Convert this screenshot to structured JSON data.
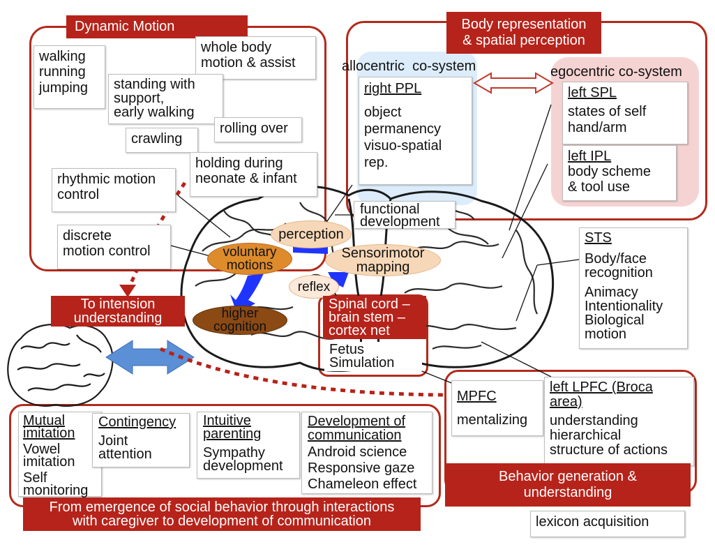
{
  "dynamic_motion": {
    "title": "Dynamic Motion",
    "boxes": {
      "walking": [
        "walking",
        "running",
        "jumping"
      ],
      "whole_body": [
        "whole body",
        "motion & assist"
      ],
      "standing": [
        "standing with",
        "support,",
        "early walking"
      ],
      "rolling": "rolling over",
      "crawling": "crawling",
      "holding": [
        "holding during",
        "neonate & infant"
      ],
      "rhythmic": [
        "rhythmic motion",
        "control"
      ],
      "discrete": [
        "discrete",
        "motion control"
      ]
    }
  },
  "body_rep": {
    "title": [
      "Body representation",
      "& spatial perception"
    ],
    "allocentric_label": "allocentric  co-system",
    "egocentric_label": "egocentric co-system",
    "right_ppl": {
      "head": "right PPL",
      "lines": [
        "object",
        "permanency",
        "visuo-spatial",
        "rep."
      ]
    },
    "left_spl": {
      "head": "left SPL",
      "lines": [
        "states of self",
        "hand/arm"
      ]
    },
    "left_ipl": {
      "head": "left IPL",
      "lines": [
        "body scheme",
        "& tool use"
      ]
    }
  },
  "brain": {
    "functional_dev": [
      "functional",
      "development"
    ],
    "perception": "perception",
    "voluntary": [
      "voluntary",
      "motions"
    ],
    "sensorimotor": [
      "Sensorimotor",
      "mapping"
    ],
    "reflex": "reflex",
    "higher": [
      "higher",
      "cognition"
    ]
  },
  "spinal": {
    "title": [
      "Spinal cord –",
      "brain stem –",
      "cortex net"
    ],
    "fetus": [
      "Fetus",
      "Simulation"
    ]
  },
  "intension": {
    "title": [
      "To intension",
      "understanding"
    ]
  },
  "sts": {
    "head": "STS",
    "lines1": [
      "Body/face",
      "recognition"
    ],
    "lines2": [
      "Animacy",
      "Intentionality",
      "Biological",
      "motion"
    ]
  },
  "behavior": {
    "mpfc": {
      "head": "MPFC",
      "lines": [
        "mentalizing"
      ]
    },
    "lpfc": {
      "head": [
        "left LPFC (Broca",
        "area)"
      ],
      "lines": [
        "understanding",
        "hierarchical",
        "structure of actions"
      ]
    },
    "title": [
      "Behavior generation &",
      "understanding"
    ],
    "lexicon": "lexicon acquisition"
  },
  "social": {
    "mutual": {
      "head": [
        "Mutual",
        "imitation"
      ],
      "lines": [
        "Vowel",
        "imitation",
        "Self",
        "monitoring"
      ]
    },
    "contingency": {
      "head": "Contingency",
      "lines": [
        "Joint",
        "attention"
      ]
    },
    "intuitive": {
      "head": [
        "Intuitive",
        "parenting"
      ],
      "lines": [
        "Sympathy",
        "development"
      ]
    },
    "communication": {
      "head": [
        "Development of",
        "communication"
      ],
      "lines": [
        "Android science",
        "Responsive gaze",
        "Chameleon effect"
      ]
    },
    "title": [
      "From emergence of social behavior through interactions",
      "with caregiver to development of communication"
    ]
  },
  "colors": {
    "accent": "#b6231a",
    "allocentric_bg": "#dcecfa",
    "egocentric_bg": "#f6d3d3",
    "arrow_blue": "#1f35ff"
  }
}
